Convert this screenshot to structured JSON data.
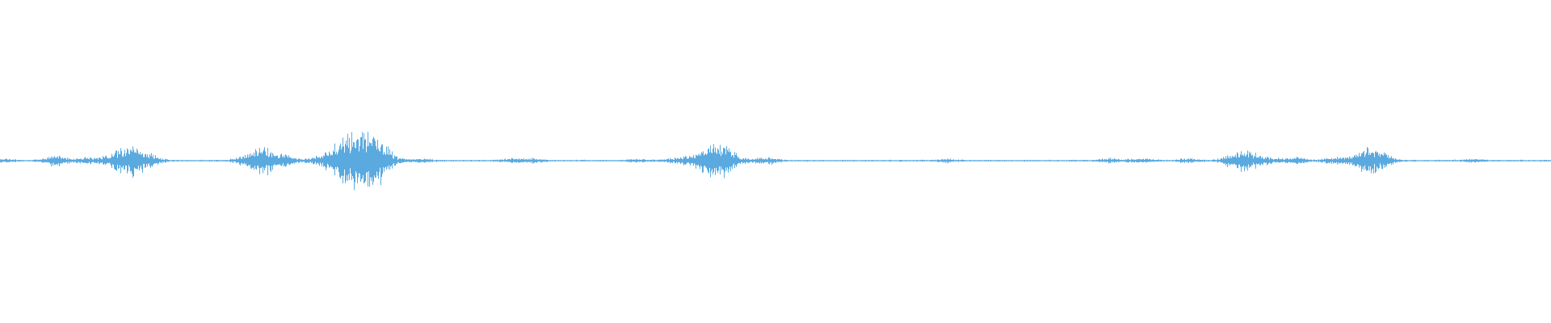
{
  "waveform": {
    "color": "#5aaae0",
    "baseline_color": "#5aaae0",
    "duration_fraction_visible": 1.0,
    "bursts": [
      {
        "t": 0.001,
        "amp": 0.05
      },
      {
        "t": 0.034,
        "amp": 0.06
      },
      {
        "t": 0.037,
        "amp": 0.07
      },
      {
        "t": 0.052,
        "amp": 0.04
      },
      {
        "t": 0.06,
        "amp": 0.05
      },
      {
        "t": 0.08,
        "amp": 0.3
      },
      {
        "t": 0.088,
        "amp": 0.15
      },
      {
        "t": 0.097,
        "amp": 0.08
      },
      {
        "t": 0.168,
        "amp": 0.36
      },
      {
        "t": 0.184,
        "amp": 0.1
      },
      {
        "t": 0.205,
        "amp": 0.06
      },
      {
        "t": 0.218,
        "amp": 0.2
      },
      {
        "t": 0.228,
        "amp": 0.4
      },
      {
        "t": 0.236,
        "amp": 0.48
      },
      {
        "t": 0.244,
        "amp": 0.18
      },
      {
        "t": 0.272,
        "amp": 0.04
      },
      {
        "t": 0.33,
        "amp": 0.05
      },
      {
        "t": 0.345,
        "amp": 0.04
      },
      {
        "t": 0.41,
        "amp": 0.03
      },
      {
        "t": 0.432,
        "amp": 0.04
      },
      {
        "t": 0.443,
        "amp": 0.05
      },
      {
        "t": 0.461,
        "amp": 0.42
      },
      {
        "t": 0.47,
        "amp": 0.06
      },
      {
        "t": 0.494,
        "amp": 0.08
      },
      {
        "t": 0.61,
        "amp": 0.04
      },
      {
        "t": 0.715,
        "amp": 0.05
      },
      {
        "t": 0.735,
        "amp": 0.05
      },
      {
        "t": 0.765,
        "amp": 0.05
      },
      {
        "t": 0.8,
        "amp": 0.26
      },
      {
        "t": 0.815,
        "amp": 0.08
      },
      {
        "t": 0.835,
        "amp": 0.07
      },
      {
        "t": 0.86,
        "amp": 0.07
      },
      {
        "t": 0.882,
        "amp": 0.3
      },
      {
        "t": 0.892,
        "amp": 0.06
      },
      {
        "t": 0.95,
        "amp": 0.04
      }
    ]
  }
}
